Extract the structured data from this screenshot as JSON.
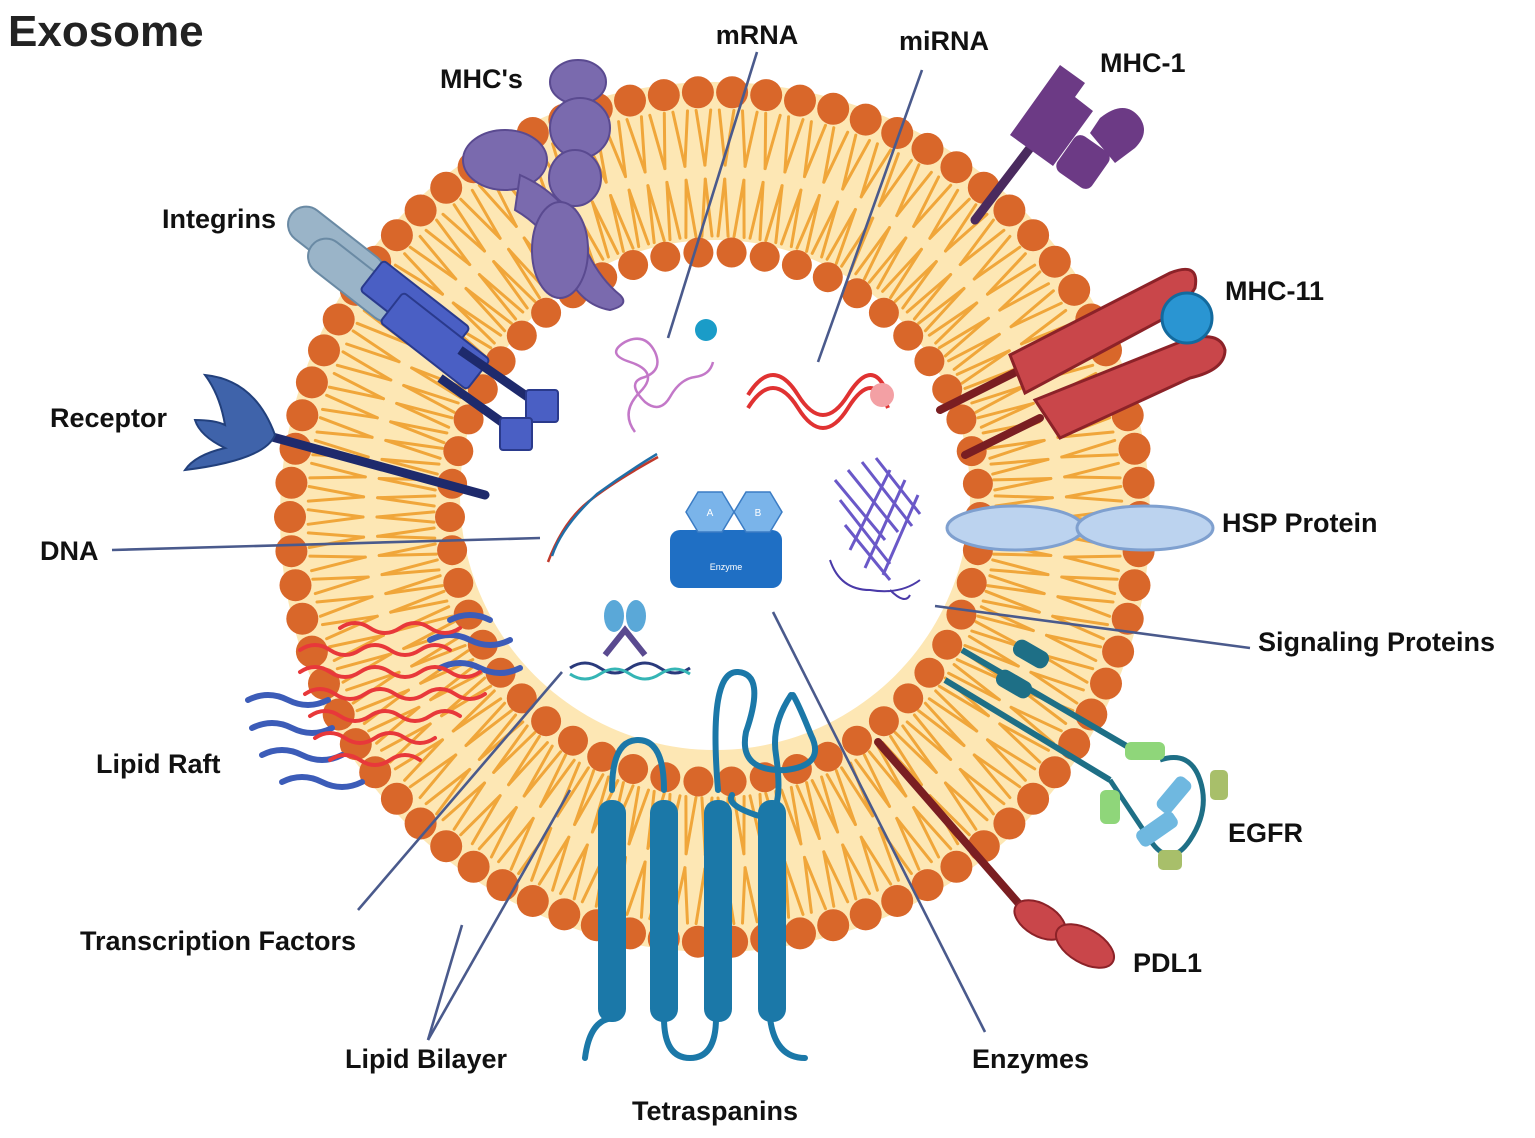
{
  "title": "Exosome",
  "labels": {
    "mrna": "mRNA",
    "mirna": "miRNA",
    "mhcs": "MHC's",
    "mhc1": "MHC-1",
    "mhc11": "MHC-11",
    "integrins": "Integrins",
    "receptor": "Receptor",
    "dna": "DNA",
    "hsp": "HSP Protein",
    "signaling": "Signaling Proteins",
    "lipid_raft": "Lipid Raft",
    "egfr": "EGFR",
    "transcription": "Transcription Factors",
    "pdl1": "PDL1",
    "lipid_bilayer": "Lipid Bilayer",
    "enzymes": "Enzymes",
    "tetraspanins": "Tetraspanins"
  },
  "enzyme_icon": {
    "site_a": "A",
    "site_b": "B",
    "body": "Enzyme"
  },
  "colors": {
    "head": "#d9672a",
    "bilayer_fill": "#fde7b4",
    "tail": "#f0a63a",
    "leader": "#4a5a8c",
    "tetraspanin": "#1b78a8",
    "mhc1": "#6c3a85",
    "mhc11": "#c9464a",
    "integrin_dark": "#4a5fc4",
    "integrin_light": "#9ab4c8",
    "receptor": "#3f63aa",
    "lipid_raft_red": "#e8383a",
    "lipid_raft_blue": "#3c5cb8",
    "hsp": "#bcd3ef",
    "mhcs": "#7a6aae",
    "egfr_teal": "#1e6f86",
    "egfr_green": "#8fd67a",
    "egfr_blue": "#6fb8e0",
    "pdl1": "#c9464a"
  }
}
